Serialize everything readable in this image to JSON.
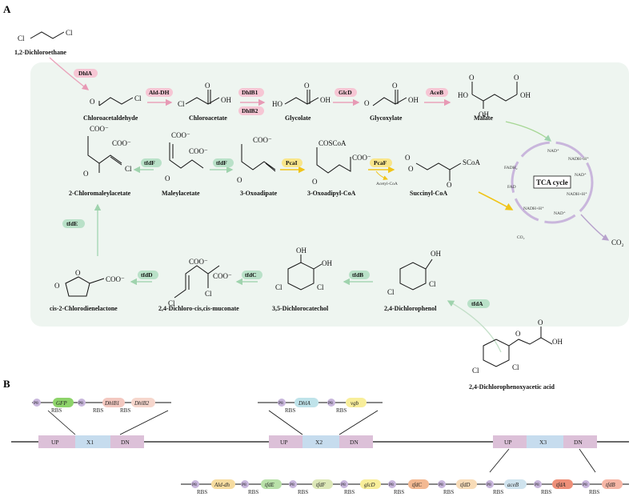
{
  "panels": {
    "a": "A",
    "b": "B"
  },
  "compounds": {
    "dce": "1,2-Dichloroethane",
    "chloroacetaldehyde": "Chloroacetaldehyde",
    "chloroacetate": "Chloroacetate",
    "glycolate": "Glycolate",
    "glycoxylate": "Glycoxylate",
    "malate": "Malate",
    "chloromaleylacetate": "2-Chloromaleylacetate",
    "maleylacetate": "Maleylacetate",
    "oxoadipate": "3-Oxoadipate",
    "oxoadipylcoa": "3-Oxoadipyl-CoA",
    "succinylcoa": "Succinyl-CoA",
    "acetylcoa": "Acetyl-CoA",
    "chlorodienelactone": "cis-2-Chlorodienelactone",
    "dichloromuconate": "2,4-Dichloro-cis,cis-muconate",
    "dichlorocatechol": "3,5-Dichlorocatechol",
    "dichlorophenol": "2,4-Dichlorophenol",
    "dichlorophenoxyacetic": "2,4-Dichlorophenoxyacetic acid",
    "co2": "CO₂"
  },
  "enzymes": {
    "dhla": "DhlA",
    "alddh": "Ald-DH",
    "dhlb1": "DhlB1",
    "dhlb2": "DhlB2",
    "glcd": "GlcD",
    "aceb": "AceB",
    "tfdf1": "tfdF",
    "tfdf2": "tfdF",
    "pcai": "PcaI",
    "pcaf": "PcaF",
    "tfde": "tfdE",
    "tfdd": "tfdD",
    "tfdc": "tfdC",
    "tfdb": "tfdB",
    "tfda": "tfdA"
  },
  "tca": {
    "title": "TCA cycle",
    "nad1": "NAD⁺",
    "nadh1": "NADH+H⁺",
    "fadh": "FADH₂",
    "fad": "FAD",
    "nad2": "NAD⁺",
    "nadh2": "NADH+H⁺",
    "nadh3": "NADH+H⁺",
    "nad3": "NAD⁺",
    "co2": "CO₂"
  },
  "atoms": {
    "cl": "Cl",
    "o": "O",
    "oh": "OH",
    "ho": "HO",
    "coo": "COO⁻",
    "scoa": "SCoA",
    "coscoa": "COSCoA"
  },
  "construct": {
    "up": "UP",
    "dn": "DN",
    "x1": "X1",
    "x2": "X2",
    "x3": "X3",
    "p8": "P8",
    "rbs": "RBS",
    "genes1": [
      "GFP",
      "DhlB1",
      "DhlB2"
    ],
    "genes2": [
      "DhlA",
      "vgb"
    ],
    "genes3": [
      "Ald-dh",
      "tfdE",
      "tfdF",
      "glcD",
      "tfdC",
      "tfdD",
      "aceB",
      "tfdA",
      "tfdB"
    ]
  },
  "colors": {
    "panel_bg": "#eef5f0",
    "pink": "#f6c6d4",
    "green": "#b9e1c8",
    "yellow": "#f8e58a",
    "box_pink": "#dcc0d8",
    "box_blue": "#c6dcee",
    "p8": "#c8b6dc"
  }
}
